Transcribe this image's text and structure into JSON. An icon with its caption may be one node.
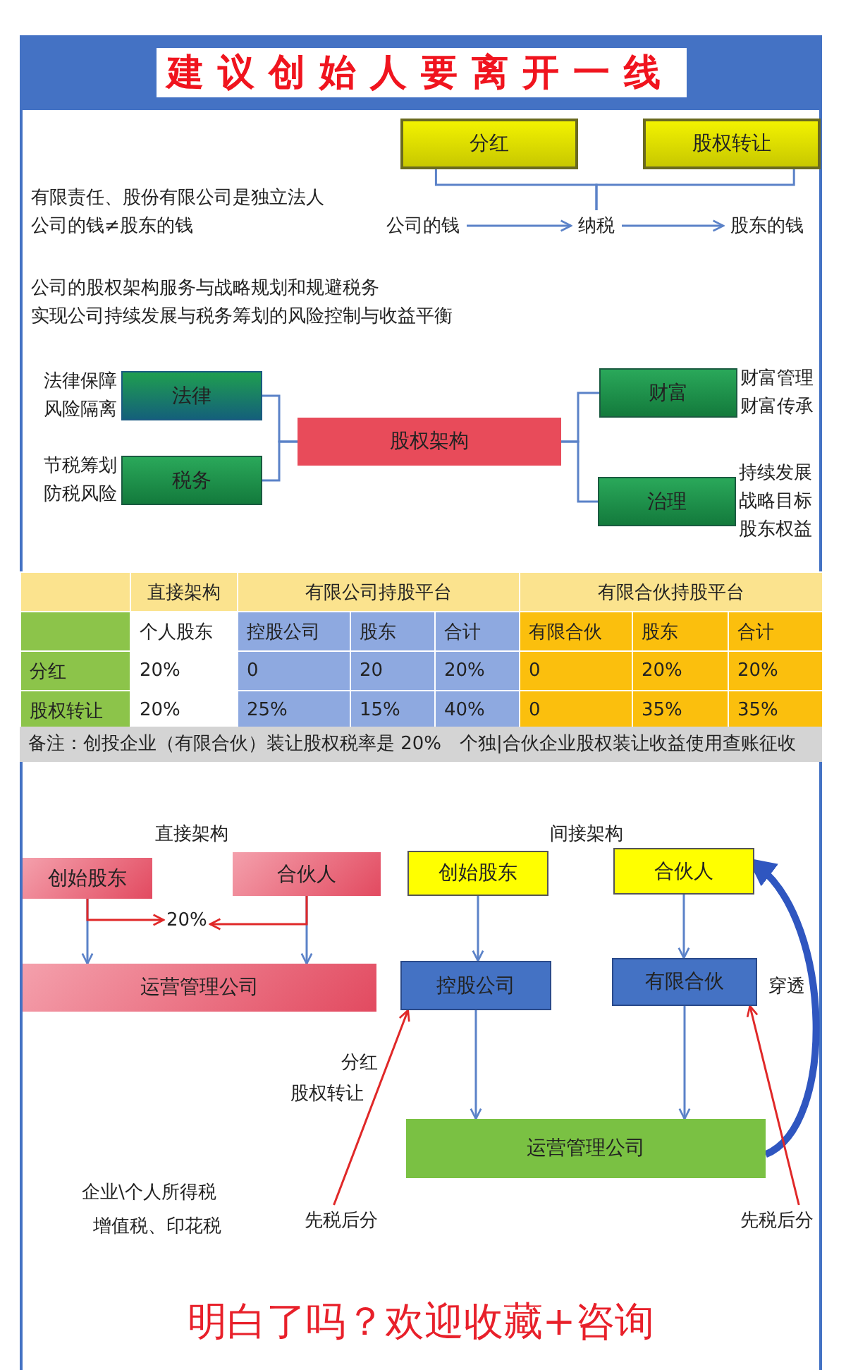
{
  "diagram": {
    "title": "建议创始人要离开一线",
    "caption": "明白了吗？欢迎收藏+咨询",
    "nodes": [
      {
        "text": [
          "分红"
        ]
      },
      {
        "text": [
          "股权转让"
        ]
      },
      {
        "text": [
          "公司的钱"
        ]
      },
      {
        "text": [
          "纳税"
        ]
      },
      {
        "text": [
          "股东的钱"
        ]
      },
      {
        "text": [
          "法律"
        ],
        "beside": [
          "法律保障",
          "风险隔离"
        ]
      },
      {
        "text": [
          "税务"
        ],
        "beside": [
          "节税筹划",
          "防税风险"
        ]
      },
      {
        "text": [
          "股权架构"
        ]
      },
      {
        "text": [
          "财富"
        ],
        "beside": [
          "财富管理",
          "财富传承"
        ]
      },
      {
        "text": [
          "治理"
        ],
        "beside": [
          "持续发展",
          "战略目标",
          "股东权益"
        ]
      },
      {
        "text": [
          "创始股东"
        ]
      },
      {
        "text": [
          "合伙人"
        ]
      },
      {
        "text": [
          "20%"
        ]
      },
      {
        "text": [
          "运营管理公司"
        ]
      },
      {
        "text": [
          "创始股东"
        ]
      },
      {
        "text": [
          "合伙人"
        ]
      },
      {
        "text": [
          "控股公司"
        ]
      },
      {
        "text": [
          "有限合伙"
        ]
      },
      {
        "text": [
          "运营管理公司"
        ]
      },
      {
        "text": [
          "先税后分"
        ]
      },
      {
        "text": [
          "先税后分"
        ]
      }
    ],
    "edges": [
      {
        "from": 0,
        "to": 3,
        "arrow": "none"
      },
      {
        "from": 1,
        "to": 3,
        "arrow": "none"
      },
      {
        "from": 2,
        "to": 3,
        "arrow": "to"
      },
      {
        "from": 3,
        "to": 4,
        "arrow": "to"
      },
      {
        "from": 5,
        "to": 7,
        "arrow": "none"
      },
      {
        "from": 6,
        "to": 7,
        "arrow": "none"
      },
      {
        "from": 7,
        "to": 8,
        "arrow": "none"
      },
      {
        "from": 7,
        "to": 9,
        "arrow": "none"
      },
      {
        "from": 10,
        "to": 13,
        "arrow": "to"
      },
      {
        "from": 11,
        "to": 13,
        "arrow": "to"
      },
      {
        "from": 10,
        "to": 12,
        "arrow": "to",
        "color": "#e02828"
      },
      {
        "from": 11,
        "to": 12,
        "arrow": "to",
        "color": "#e02828"
      },
      {
        "from": 14,
        "to": 16,
        "arrow": "to"
      },
      {
        "from": 15,
        "to": 17,
        "arrow": "to"
      },
      {
        "from": 16,
        "to": 18,
        "arrow": "to"
      },
      {
        "from": 17,
        "to": 18,
        "arrow": "to"
      },
      {
        "from": 18,
        "to": 15,
        "arrow": "to",
        "style": "thick",
        "color": "#2f56c0",
        "label": "穿透"
      },
      {
        "from": 19,
        "to": 16,
        "arrow": "to",
        "color": "#e02828"
      },
      {
        "from": 20,
        "to": 17,
        "arrow": "to",
        "color": "#e02828"
      }
    ],
    "labels": [
      "有限责任、股份有限公司是独立法人",
      "公司的钱≠股东的钱",
      "公司的股权架构服务与战略规划和规避税务",
      "实现公司持续发展与税务筹划的风险控制与收益平衡",
      "直接架构",
      "有限公司持股平台",
      "有限合伙持股平台",
      "个人股东",
      "控股公司",
      "股东",
      "合计",
      "有限合伙",
      "股东",
      "合计",
      "分红",
      "20%",
      "0",
      "20",
      "20%",
      "0",
      "20%",
      "20%",
      "股权转让",
      "20%",
      "25%",
      "15%",
      "40%",
      "0",
      "35%",
      "35%",
      "备注：创投企业（有限合伙）装让股权税率是 20%　个独|合伙企业股权装让收益使用查账征收",
      "直接架构",
      "间接架构",
      "分红",
      "股权转让",
      "企业\\个人所得税",
      "增值税、印花税"
    ]
  }
}
